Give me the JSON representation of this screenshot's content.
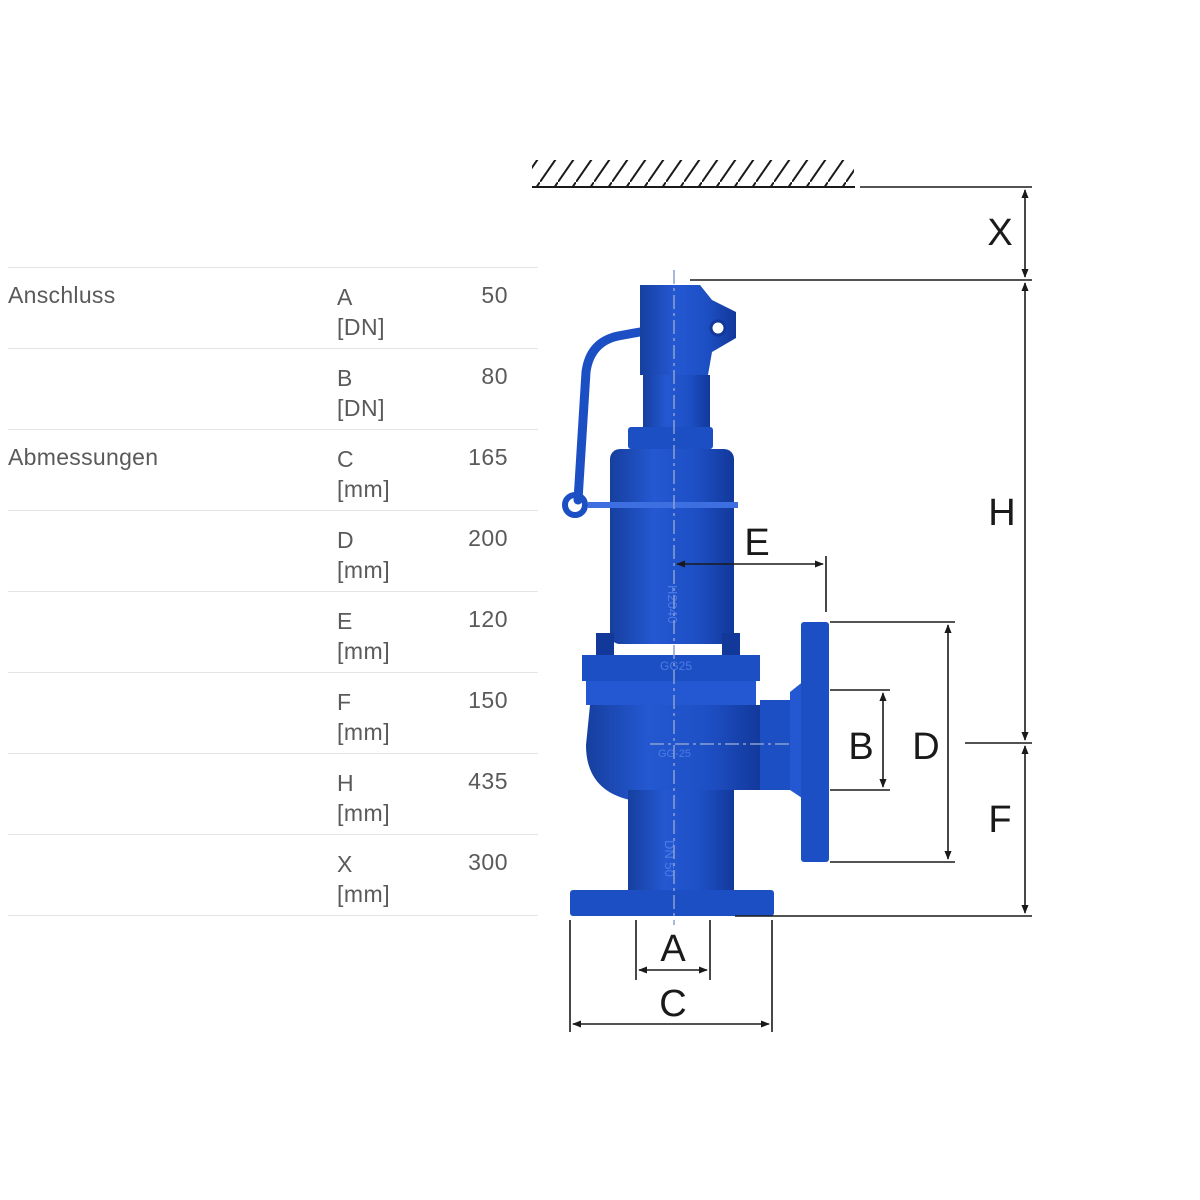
{
  "table": {
    "rows": [
      {
        "group": "Anschluss",
        "param": "A",
        "unit": "[DN]",
        "value": "50"
      },
      {
        "group": "",
        "param": "B",
        "unit": "[DN]",
        "value": "80"
      },
      {
        "group": "Abmessungen",
        "param": "C",
        "unit": "[mm]",
        "value": "165"
      },
      {
        "group": "",
        "param": "D",
        "unit": "[mm]",
        "value": "200"
      },
      {
        "group": "",
        "param": "E",
        "unit": "[mm]",
        "value": "120"
      },
      {
        "group": "",
        "param": "F",
        "unit": "[mm]",
        "value": "150"
      },
      {
        "group": "",
        "param": "H",
        "unit": "[mm]",
        "value": "435"
      },
      {
        "group": "",
        "param": "X",
        "unit": "[mm]",
        "value": "300"
      }
    ]
  },
  "drawing": {
    "labels": {
      "x": "X",
      "h": "H",
      "e": "E",
      "b": "B",
      "d": "D",
      "f": "F",
      "a": "A",
      "c": "C"
    },
    "body_markings": {
      "bonnet": "H2040",
      "flange": "GG25",
      "body": "GG-25",
      "inlet": "DN 50"
    },
    "colors": {
      "valve": "#1d4fc4",
      "valve_dark": "#12389a",
      "valve_light": "#3e6fe0",
      "dimension_line": "#1a1a1a",
      "axis_line": "#8aa0d0"
    }
  }
}
